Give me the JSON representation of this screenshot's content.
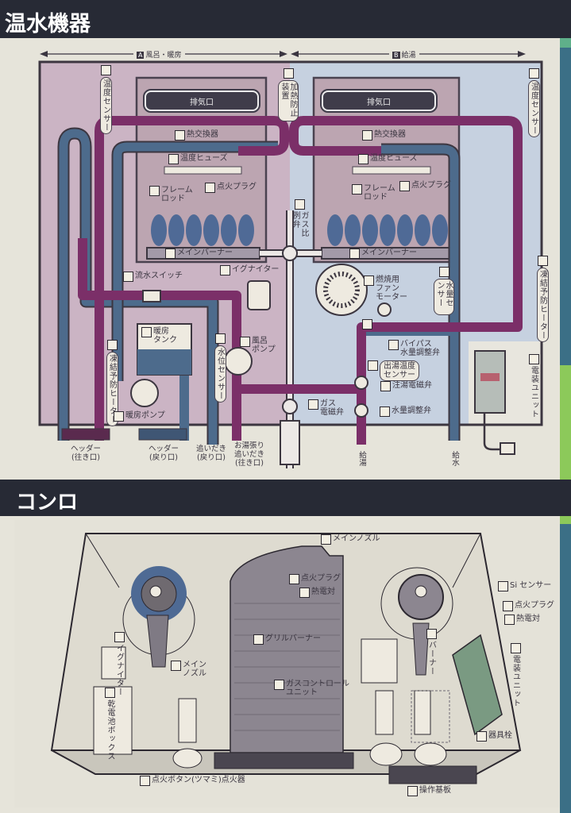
{
  "water_heater": {
    "title": "温水機器",
    "section_a": {
      "tag": "A",
      "label": "風呂・暖房"
    },
    "section_b": {
      "tag": "B",
      "label": "給湯"
    },
    "exhaust": "排気口",
    "labels": {
      "temp_sensor": "温度センサー",
      "overheat_guard": "加熱防止装置",
      "heat_exchanger": "熱交換器",
      "temp_fuse": "温度ヒューズ",
      "flame_rod": "フレーム\nロッド",
      "spark_plug": "点火プラグ",
      "gas_proportional_valve": "ガス比例弁",
      "main_burner": "メインバーナー",
      "flow_switch": "流水スイッチ",
      "igniter": "イグナイター",
      "fan_motor": "燃焼用\nファン\nモーター",
      "water_flow_sensor": "水量センサー",
      "antifreeze_heater": "凍結予防ヒーター",
      "heating_tank": "暖房\nタンク",
      "water_level_sensor": "水位センサー",
      "bath_pump": "風呂\nポンプ",
      "heating_pump": "暖房ポンプ",
      "bypass_valve": "バイパス\n水量調整弁",
      "outlet_temp_sensor": "出湯温度\nセンサー",
      "fill_solenoid_valve": "注湯電磁弁",
      "gas_solenoid_valve": "ガス\n電磁弁",
      "water_flow_valve": "水量調整弁",
      "electrical_unit": "電装ユニット"
    },
    "ports": {
      "header_out": "ヘッダー\n(往き口)",
      "header_return": "ヘッダー\n(戻り口)",
      "reheat_return": "追いだき\n(戻り口)",
      "fill_reheat_out": "お湯張り\n追いだき\n(往き口)",
      "hot_supply": "給湯",
      "water_supply": "給水"
    }
  },
  "stove": {
    "title": "コンロ",
    "labels": {
      "main_nozzle_top": "メインノズル",
      "spark_plug_grill": "点火プラグ",
      "thermocouple_grill": "熱電対",
      "si_sensor": "Si センサー",
      "spark_plug_right": "点火プラグ",
      "thermocouple_right": "熱電対",
      "grill_burner": "グリルバーナー",
      "gas_control_unit": "ガスコントロール\nユニット",
      "burner": "バーナー",
      "electrical_unit": "電装ユニット",
      "igniter": "イグナイター",
      "main_nozzle_left": "メイン\nノズル",
      "battery_box": "乾電池ボックス",
      "valve": "器具栓",
      "ignition_button": "点火ボタン(ツマミ)点火器",
      "control_board": "操作基板"
    }
  }
}
